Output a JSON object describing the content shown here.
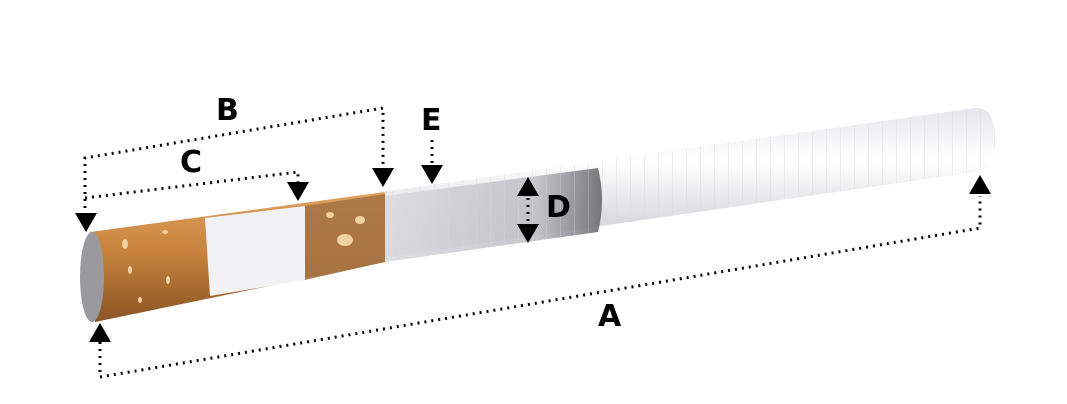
{
  "diagram": {
    "subject": "Cigarette dimensions diagram",
    "labels": {
      "a": "A",
      "b": "B",
      "c": "C",
      "d": "D",
      "e": "E"
    },
    "colors": {
      "filter_tip": "#c8843e",
      "filter_spots": "#f0d2a0",
      "paper": "#f4f4f6",
      "paper_lines": "#d8d8de",
      "end_cap": "#9a9a9e",
      "cutaway": "#6a6a6e",
      "dimension_lines": "#000000"
    }
  }
}
